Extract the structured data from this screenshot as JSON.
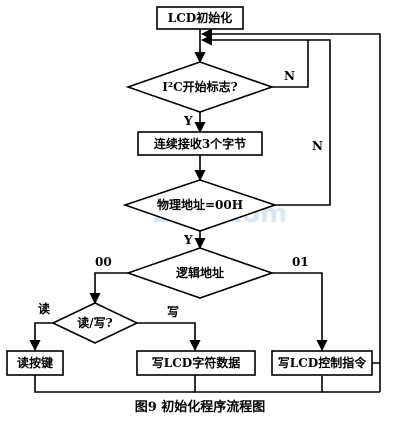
{
  "nodes": {
    "init": "LCD初始化",
    "i2c_flag": "I²C开始标志?",
    "recv3": "连续接收3个字节",
    "phys_addr": "物理地址=00H",
    "logic_addr": "逻辑地址",
    "rw": "读/写?",
    "read_key": "读按键",
    "write_char": "写LCD字符数据",
    "write_ctrl": "写LCD控制指令"
  },
  "edge_labels": {
    "i2c_no": "N",
    "i2c_yes": "Y",
    "phys_no": "N",
    "phys_yes": "Y",
    "logic_00": "00",
    "logic_01": "01",
    "rw_read": "读",
    "rw_write": "写"
  },
  "caption": "图9   初始化程序流程图",
  "watermark": {
    "text": "21IC.com",
    "color": "#bfd3ea"
  }
}
